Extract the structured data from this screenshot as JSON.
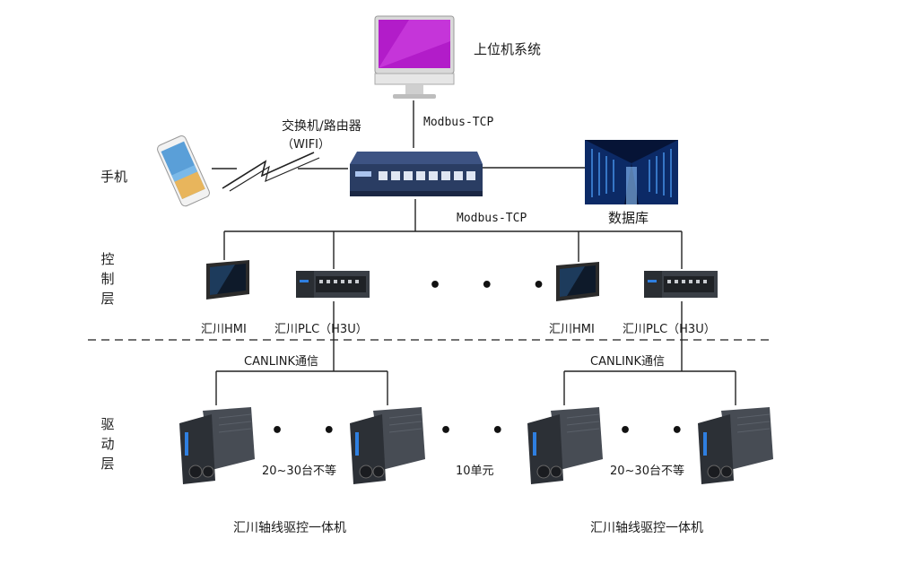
{
  "labels": {
    "host": "上位机系统",
    "modbus_top": "Modbus-TCP",
    "switch_line1": "交换机/路由器",
    "switch_line2": "（WIFI）",
    "phone": "手机",
    "database": "数据库",
    "modbus_mid": "Modbus-TCP",
    "control_layer": [
      "控",
      "制",
      "层"
    ],
    "drive_layer": [
      "驱",
      "动",
      "层"
    ],
    "hmi_left": "汇川HMI",
    "plc_left": "汇川PLC（H3U）",
    "hmi_right": "汇川HMI",
    "plc_right": "汇川PLC（H3U）",
    "canlink_left": "CANLINK通信",
    "canlink_right": "CANLINK通信",
    "count_left": "20~30台不等",
    "count_right": "20~30台不等",
    "units": "10单元",
    "drive_name_left": "汇川轴线驱控一体机",
    "drive_name_right": "汇川轴线驱控一体机",
    "ellipsis_ctrl": "• • •",
    "ellipsis_drive_left": "• • •",
    "ellipsis_drive_mid": "• • •",
    "ellipsis_drive_right": "• • •"
  },
  "icons": {
    "monitor": "desktop-monitor-icon",
    "phone": "smartphone-icon",
    "switch": "network-switch-icon",
    "database": "server-room-icon",
    "hmi": "hmi-panel-icon",
    "plc": "plc-module-icon",
    "drive": "servo-drive-icon"
  },
  "colors": {
    "line": "#222222",
    "screen": "#b21cc9",
    "switch_body": "#2a3d63",
    "drive_body": "#3a3f46",
    "accent_blue": "#2f7fe0"
  }
}
